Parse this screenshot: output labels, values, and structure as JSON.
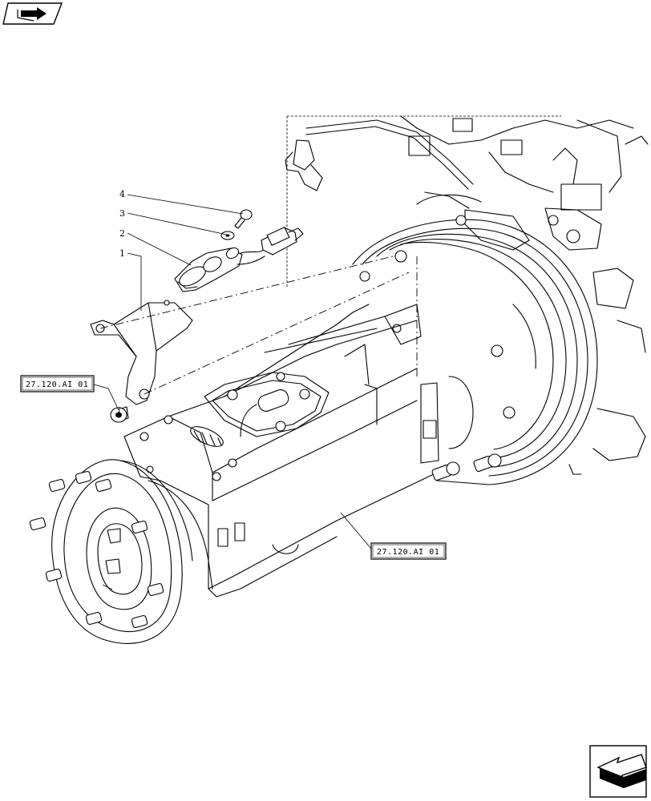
{
  "callouts": [
    {
      "number": "1"
    },
    {
      "number": "2"
    },
    {
      "number": "3"
    },
    {
      "number": "4"
    }
  ],
  "references": [
    {
      "label": "27.120.AI 01"
    },
    {
      "label": "27.120.AI 01"
    }
  ],
  "icons": {
    "top_left": "book-arrow-icon",
    "bottom_right": "next-page-arrow-icon"
  }
}
